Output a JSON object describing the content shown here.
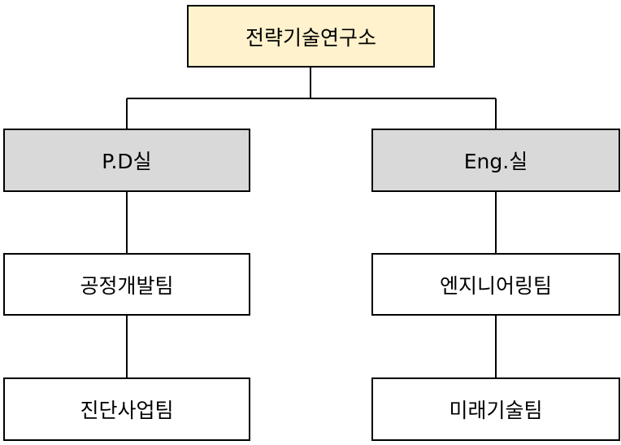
{
  "org_chart": {
    "root": {
      "label": "전략기술연구소",
      "fill": "#fff2cc"
    },
    "divisions": [
      {
        "label": "P.D실",
        "fill": "#d9d9d9",
        "teams": [
          {
            "label": "공정개발팀",
            "fill": "#ffffff"
          },
          {
            "label": "진단사업팀",
            "fill": "#ffffff"
          }
        ]
      },
      {
        "label": "Eng.실",
        "fill": "#d9d9d9",
        "teams": [
          {
            "label": "엔지니어링팀",
            "fill": "#ffffff"
          },
          {
            "label": "미래기술팀",
            "fill": "#ffffff"
          }
        ]
      }
    ]
  },
  "colors": {
    "border": "#000000",
    "connector": "#000000",
    "text": "#000000"
  }
}
